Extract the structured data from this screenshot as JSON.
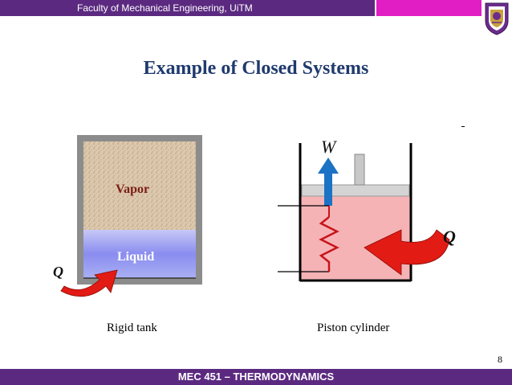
{
  "header": {
    "title": "Faculty of Mechanical Engineering, UiTM"
  },
  "slide": {
    "title": "Example of Closed Systems",
    "page_number": "8"
  },
  "tank": {
    "vapor_label": "Vapor",
    "liquid_label": "Liquid",
    "heat_label": "Q",
    "caption": "Rigid tank"
  },
  "piston": {
    "work_label": "W",
    "heat_label": "Q",
    "caption": "Piston cylinder"
  },
  "footer": {
    "course": "MEC 451 – THERMODYNAMICS"
  },
  "colors": {
    "bar_purple": "#5b2a80",
    "bar_magenta": "#e01ec3",
    "title_blue": "#1f3a6e",
    "arrow_red": "#e21b14",
    "arrow_blue": "#1c72c4",
    "vapor_fill": "#dcc8ad",
    "liquid_fill": "#8a8cf0",
    "gas_fill": "#f5b3b6"
  }
}
